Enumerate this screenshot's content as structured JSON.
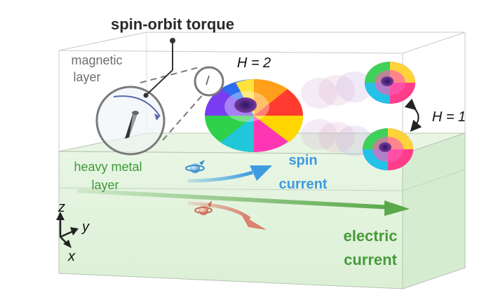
{
  "title": "spin-orbit torque",
  "labels": {
    "magnetic_layer": [
      "magnetic",
      "layer"
    ],
    "heavy_metal_layer": [
      "heavy metal",
      "layer"
    ],
    "h2": "H = 2",
    "h1": "H = 1",
    "spin_current": [
      "spin",
      "current"
    ],
    "electric_current": [
      "electric",
      "current"
    ]
  },
  "axes": {
    "z": "z",
    "y": "y",
    "x": "x"
  },
  "colors": {
    "magnetic_text": "#6e6e6e",
    "heavy_metal_text": "#3f9a3a",
    "spin_current": "#3d9be0",
    "electric_current": "#5aa84a",
    "electron_spin": "#4da8dc",
    "electron_electric": "#d9826e",
    "heavy_metal_fill": "#e4f4e0"
  }
}
